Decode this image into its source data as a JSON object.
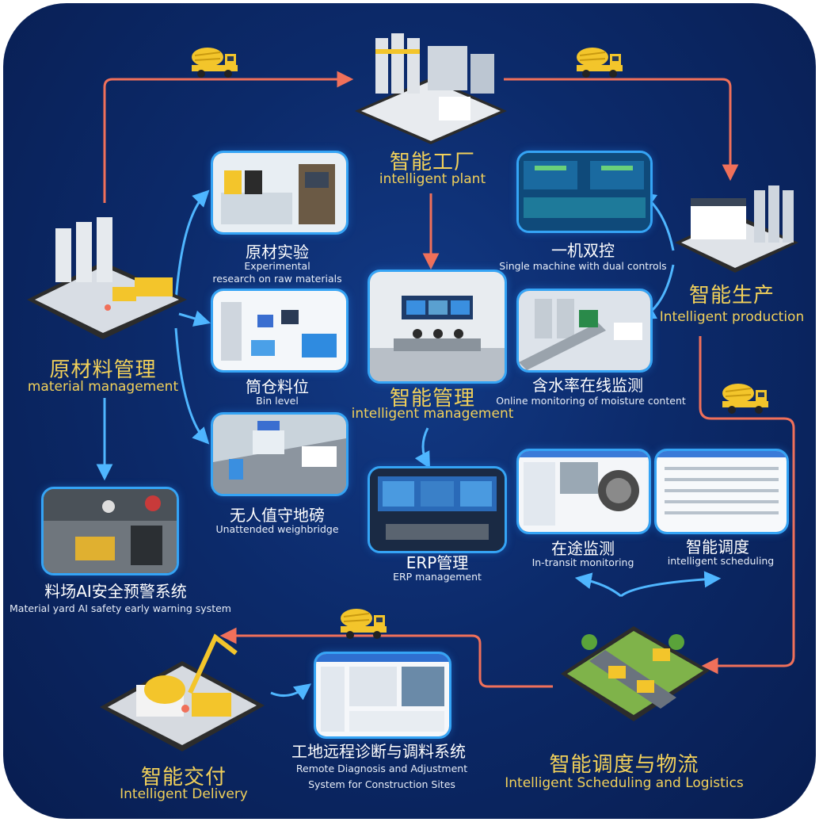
{
  "nodes": {
    "plant": {
      "zh": "智能工厂",
      "en": "intelligent plant"
    },
    "material": {
      "zh": "原材料管理",
      "en": "material management"
    },
    "management": {
      "zh": "智能管理",
      "en": "intelligent  management"
    },
    "production": {
      "zh": "智能生产",
      "en": "Intelligent production"
    },
    "scheduling_logistics": {
      "zh": "智能调度与物流",
      "en": "Intelligent Scheduling and Logistics"
    },
    "delivery": {
      "zh": "智能交付",
      "en": "Intelligent Delivery"
    }
  },
  "subsystems": {
    "raw_experiment": {
      "zh": "原材实验",
      "en_line1": "Experimental",
      "en_line2": "research on raw materials"
    },
    "bin_level": {
      "zh": "筒仓料位",
      "en": "Bin level"
    },
    "weighbridge": {
      "zh": "无人值守地磅",
      "en": "Unattended weighbridge"
    },
    "ai_warning": {
      "zh": "料场AI安全预警系统",
      "en": "Material yard AI safety early warning system"
    },
    "dual_control": {
      "zh": "一机双控",
      "en": "Single machine with dual controls"
    },
    "moisture": {
      "zh": "含水率在线监测",
      "en": "Online monitoring of moisture content"
    },
    "erp": {
      "zh": "ERP管理",
      "en": "ERP management"
    },
    "in_transit": {
      "zh": "在途监测",
      "en": "In-transit monitoring"
    },
    "scheduling": {
      "zh": "智能调度",
      "en": "intelligent scheduling"
    },
    "remote_diag": {
      "zh": "工地远程诊断与调料系统",
      "en_line1": "Remote Diagnosis and Adjustment",
      "en_line2": "System for Construction Sites"
    }
  },
  "colors": {
    "background": "#0c2a6a",
    "main_flow": "#f0705a",
    "sub_flow": "#4fb6ff",
    "title_text": "#f2d15a",
    "sub_text": "#ffffff",
    "truck": "#f3c52b"
  }
}
